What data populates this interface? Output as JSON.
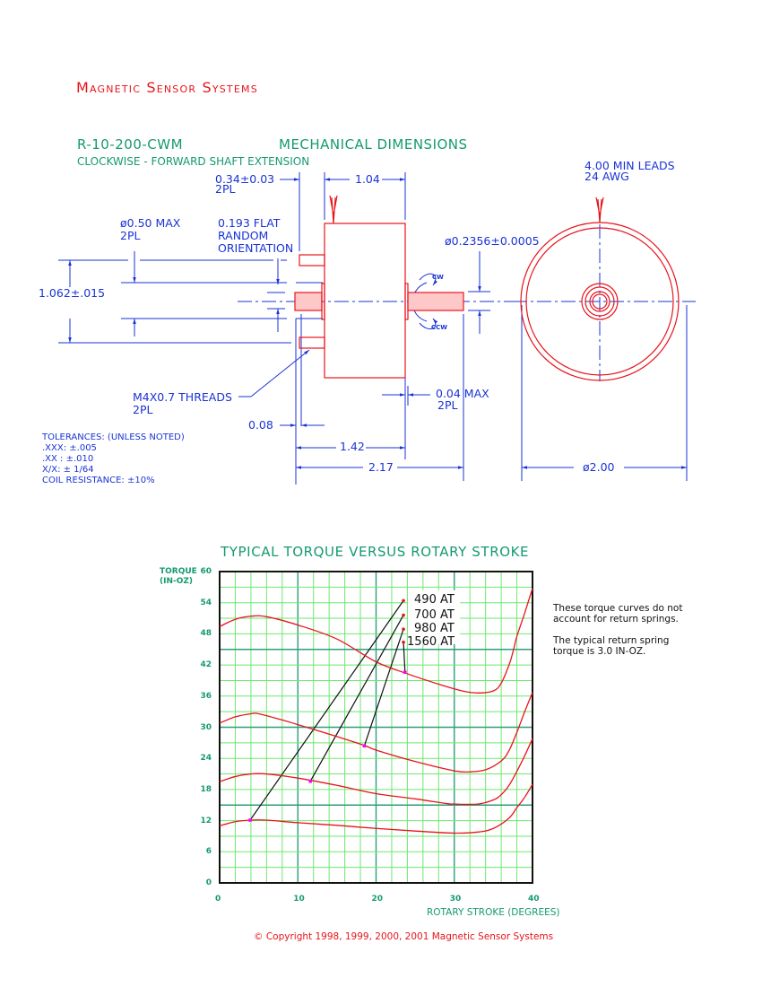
{
  "header": {
    "company": "Magnetic Sensor Systems",
    "part_number": "R-10-200-CWM",
    "drawing_title": "MECHANICAL DIMENSIONS",
    "subtitle": "CLOCKWISE - FORWARD SHAFT EXTENSION"
  },
  "dimensions": {
    "flange_offset": {
      "value": "0.34±0.03",
      "qty": "2PL"
    },
    "body_length": "1.04",
    "boss_diameter": {
      "value": "ø0.50 MAX",
      "qty": "2PL"
    },
    "flat": {
      "line1": "0.193 FLAT",
      "line2": "RANDOM",
      "line3": "ORIENTATION"
    },
    "mount_spacing": "1.062±.015",
    "shaft_diameter": "ø0.2356±0.0005",
    "rotation_cw": "CW",
    "rotation_ccw": "CCW",
    "threads": {
      "value": "M4X0.7 THREADS",
      "qty": "2PL"
    },
    "washer": {
      "value": "0.04 MAX",
      "qty": "2PL"
    },
    "shoulder": "0.08",
    "overall_body": "1.42",
    "overall_length": "2.17",
    "outer_diameter": "ø2.00",
    "leads": {
      "line1": "4.00 MIN LEADS",
      "line2": "24 AWG"
    }
  },
  "tolerances": {
    "title": "TOLERANCES: (UNLESS NOTED)",
    "lines": [
      ".XXX: ±.005",
      ".XX : ±.010",
      "X/X:  ± 1/64",
      "COIL RESISTANCE: ±10%"
    ]
  },
  "notes": {
    "note1_line1": "These torque curves do not",
    "note1_line2": "account for return springs.",
    "note2_line1": "The typical return spring",
    "note2_line2": "torque is 3.0 IN-OZ."
  },
  "footer": {
    "copyright": "©  Copyright 1998, 1999, 2000, 2001 Magnetic Sensor Systems"
  },
  "colors": {
    "brand_red": "#e8141b",
    "dimension_blue": "#1a33d6",
    "title_green": "#159a72",
    "grid_green": "#6ee86e",
    "grid_major": "#2e9e7e",
    "curve_red": "#e8141b",
    "marker_magenta": "#ff00ff"
  },
  "chart_data": {
    "type": "line",
    "title": "TYPICAL TORQUE VERSUS ROTARY STROKE",
    "xlabel": "ROTARY STROKE (DEGREES)",
    "ylabel_line1": "TORQUE",
    "ylabel_line2": "(IN-OZ)",
    "xlim": [
      0,
      40
    ],
    "ylim": [
      0,
      60
    ],
    "xticks": [
      0,
      10,
      20,
      30,
      40
    ],
    "yticks": [
      0,
      6,
      12,
      18,
      24,
      30,
      36,
      42,
      48,
      54,
      60
    ],
    "grid": true,
    "grid_minor_x": 2,
    "grid_minor_y": 3,
    "grid_major_x": 10,
    "grid_major_y": 15,
    "legend_placement": "top-center",
    "series": [
      {
        "name": "490 AT",
        "x": [
          0,
          2,
          4,
          6,
          10,
          15,
          20,
          25,
          30,
          33,
          35,
          37,
          38,
          39,
          40
        ],
        "y": [
          11.0,
          11.8,
          12.1,
          12.1,
          11.6,
          11.1,
          10.5,
          10.0,
          9.6,
          9.8,
          10.5,
          12.5,
          14.5,
          16.5,
          19.0
        ],
        "marker": [
          3.9,
          12.1
        ]
      },
      {
        "name": "700 AT",
        "x": [
          0,
          2,
          4,
          6,
          10,
          15,
          20,
          25,
          29,
          30,
          33,
          35,
          36,
          37,
          38,
          39,
          40
        ],
        "y": [
          19.5,
          20.5,
          21.0,
          21.0,
          20.2,
          18.8,
          17.2,
          16.2,
          15.3,
          15.2,
          15.2,
          16.0,
          17.0,
          18.8,
          21.5,
          24.5,
          27.8
        ],
        "marker": [
          11.6,
          19.6
        ]
      },
      {
        "name": "980 AT",
        "x": [
          0,
          2,
          4,
          5,
          8,
          10,
          15,
          18.5,
          20,
          25,
          30,
          32,
          34,
          36,
          37,
          38,
          39,
          40
        ],
        "y": [
          30.8,
          32.0,
          32.6,
          32.6,
          31.4,
          30.5,
          28.2,
          26.5,
          25.6,
          23.4,
          21.6,
          21.4,
          21.8,
          23.5,
          25.5,
          29.0,
          33.0,
          36.7
        ],
        "marker": [
          18.5,
          26.4
        ]
      },
      {
        "name": "1560 AT",
        "x": [
          0,
          2,
          4,
          6,
          10,
          15,
          20,
          24,
          28,
          31,
          33,
          35,
          36,
          37,
          37.5,
          38,
          39,
          40
        ],
        "y": [
          49.4,
          50.8,
          51.4,
          51.3,
          49.7,
          47.0,
          42.6,
          40.3,
          38.3,
          37.0,
          36.6,
          37.0,
          38.5,
          42.0,
          44.5,
          47.5,
          52.0,
          56.8
        ],
        "marker": [
          23.7,
          40.6
        ]
      }
    ],
    "legend": [
      {
        "label": "490 AT"
      },
      {
        "label": "700 AT"
      },
      {
        "label": "980 AT"
      },
      {
        "label": "1560 AT"
      }
    ]
  }
}
